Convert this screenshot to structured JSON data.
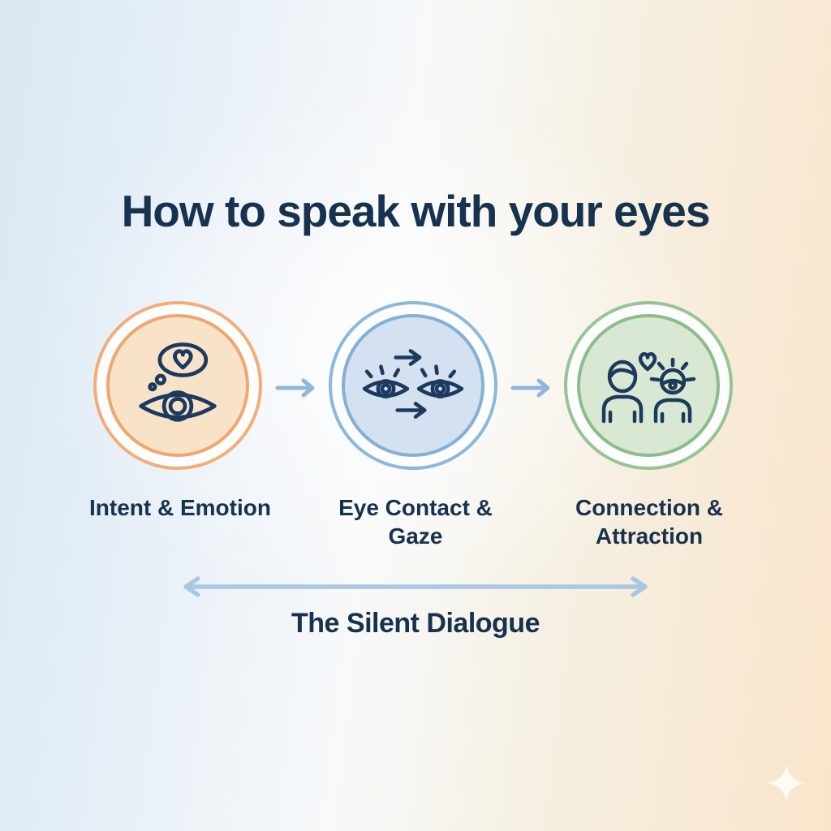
{
  "page": {
    "title": "How to speak with your eyes"
  },
  "flow": {
    "steps": [
      {
        "label": "Intent & Emotion",
        "icon": "eye-with-thought-heart-icon",
        "ring_color": "#F3AD78",
        "border_color": "#F0A76F",
        "fill_color": "#F8E3C9"
      },
      {
        "label": "Eye Contact & Gaze",
        "icon": "mutual-gaze-eyes-icon",
        "ring_color": "#8CB8DC",
        "border_color": "#82B0D8",
        "fill_color": "#D3E1F0"
      },
      {
        "label": "Connection & Attraction",
        "icon": "two-people-heart-icon",
        "ring_color": "#96C496",
        "border_color": "#8CBC8C",
        "fill_color": "#D8E8D2"
      }
    ],
    "connector_icon": "right-arrow-icon",
    "connector_color": "#8FB6DC"
  },
  "footer": {
    "span_label": "The Silent Dialogue",
    "span_arrow_icon": "double-headed-arrow-icon",
    "span_arrow_color": "#A9C8E4"
  },
  "decor": {
    "sparkle_icon": "sparkle-icon",
    "sparkle_color": "#FFFFFF"
  },
  "colors": {
    "heading_text": "#17324F",
    "icon_stroke": "#1C3A5E",
    "background_left": "#D9E8F4",
    "background_right": "#F9E5CB"
  }
}
